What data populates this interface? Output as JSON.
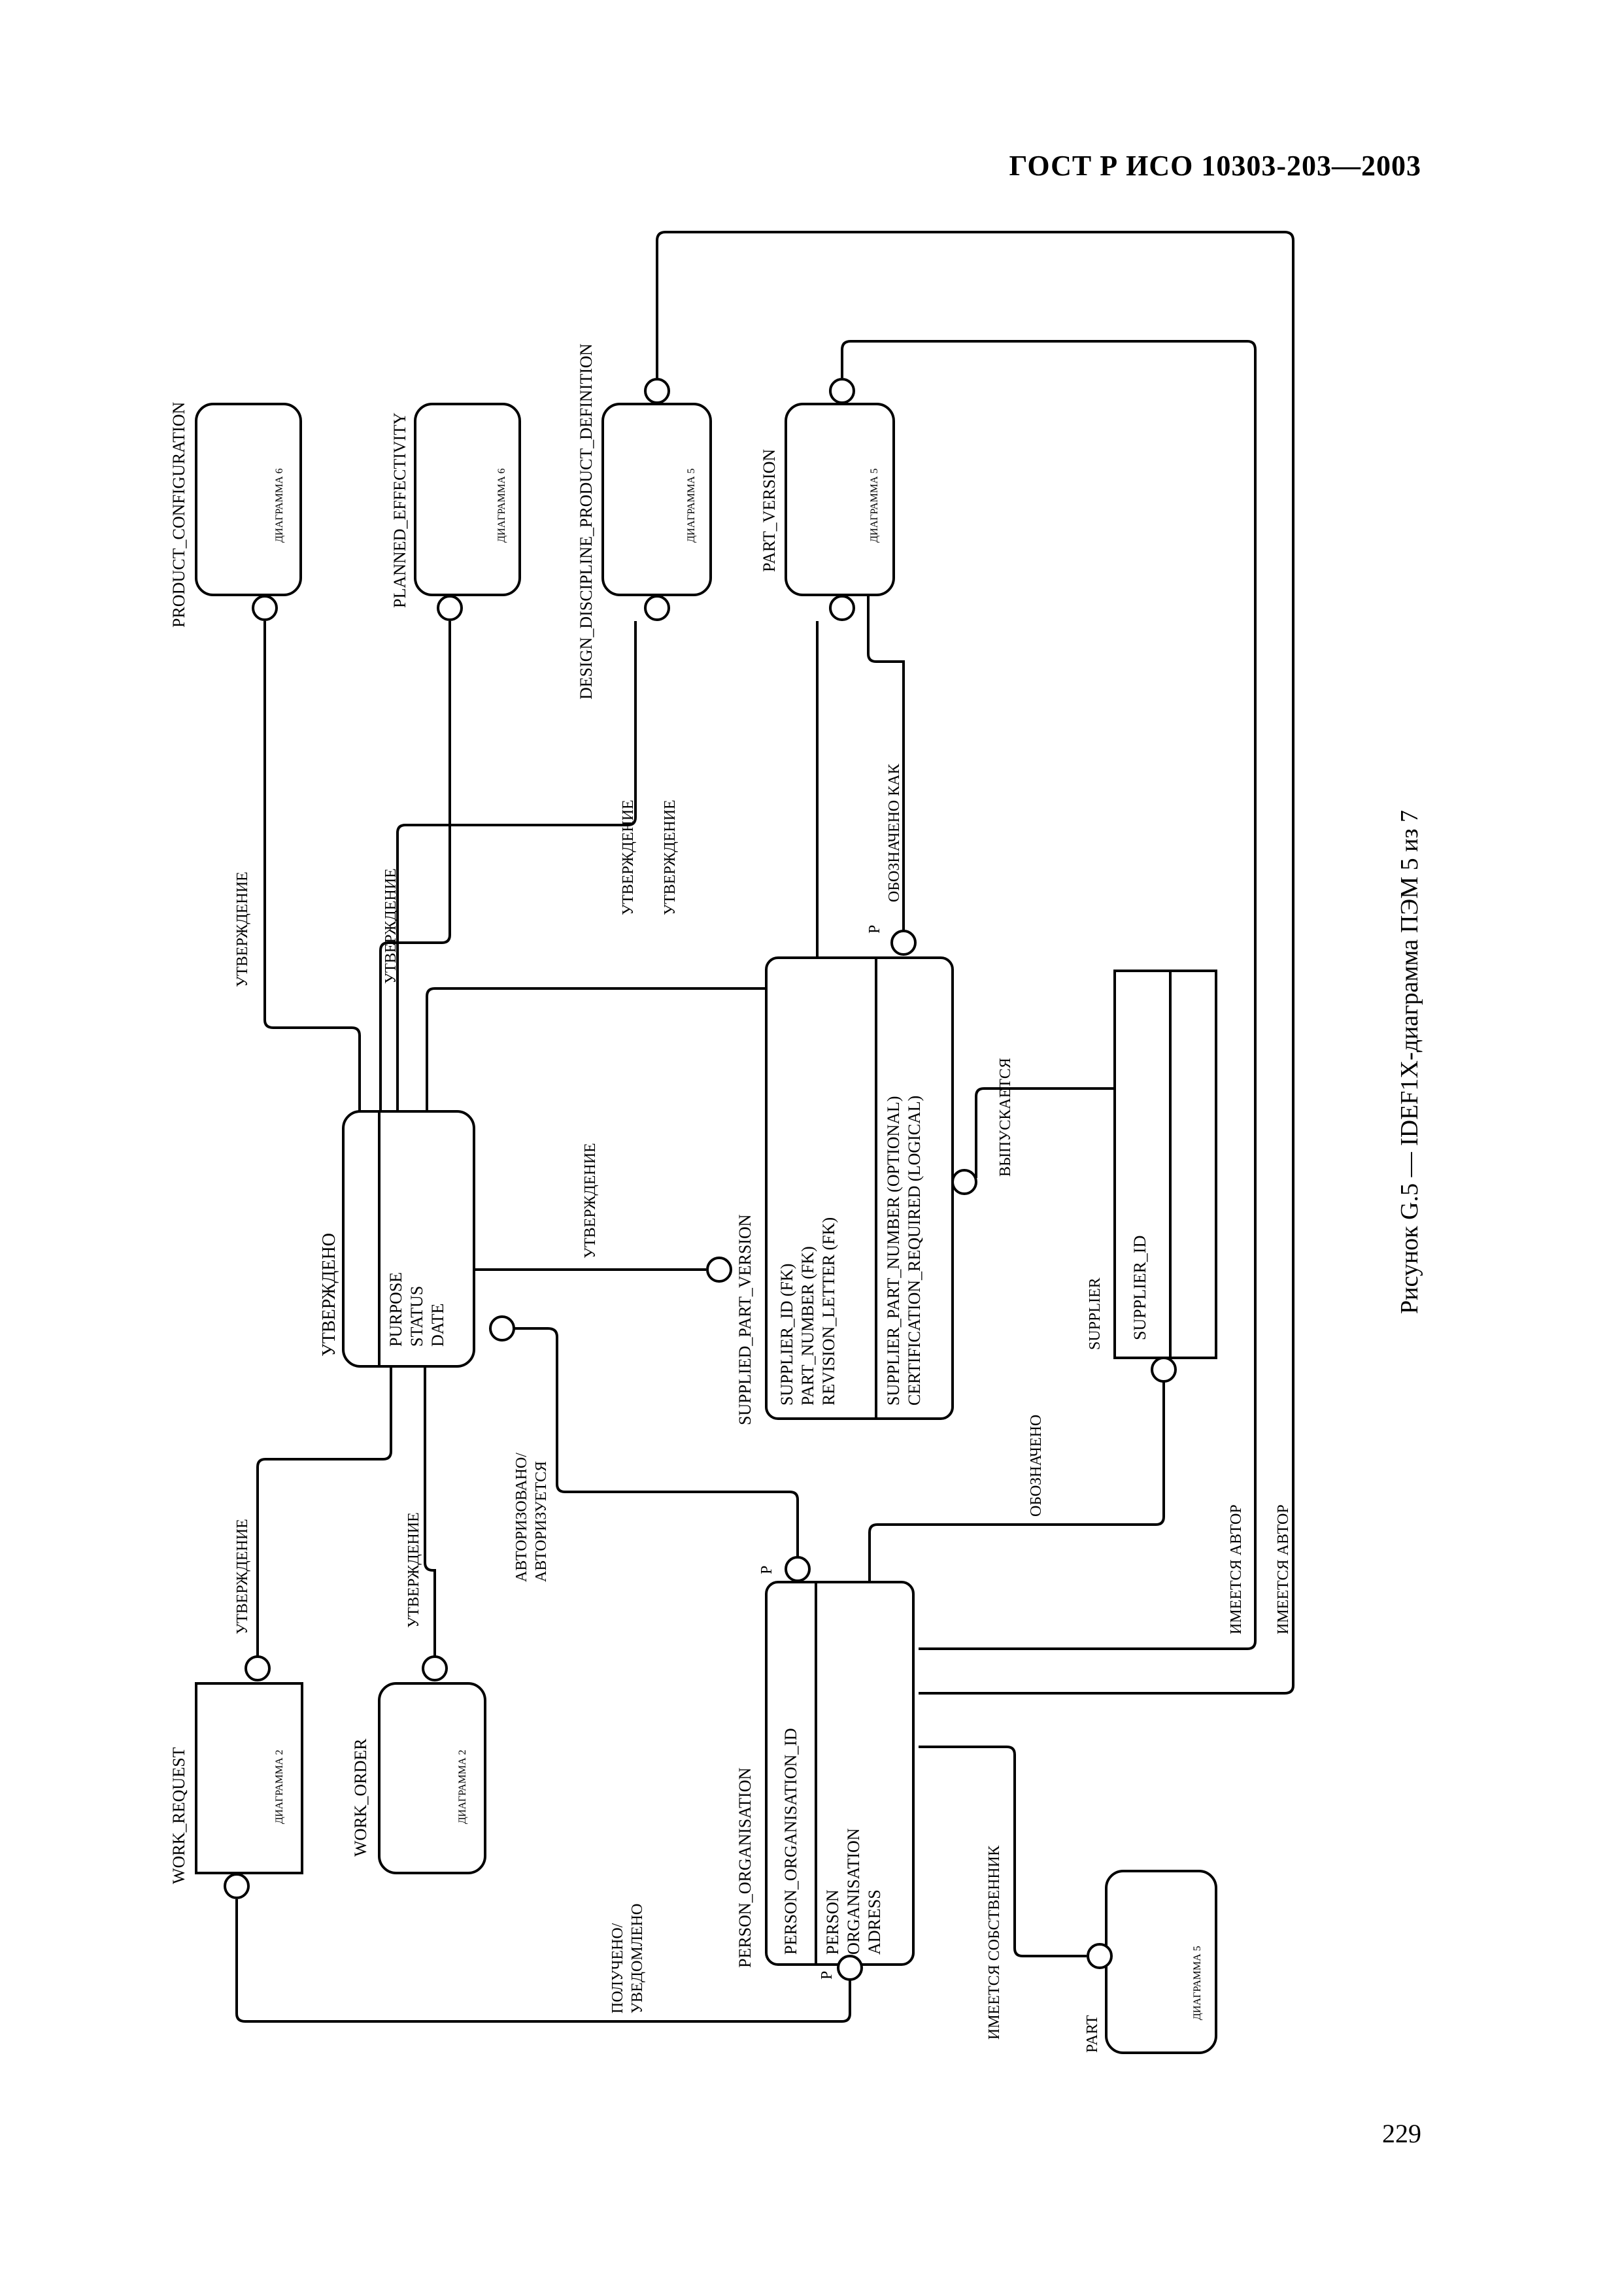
{
  "header": {
    "doc_title": "ГОСТ Р ИСО 10303-203—2003"
  },
  "footer": {
    "page_number": "229"
  },
  "caption": "Рисунок G.5 — IDEF1X-диаграмма ПЭМ 5 из 7",
  "entities": {
    "product_configuration": {
      "name": "PRODUCT_CONFIGURATION",
      "ref": "ДИАГРАММА 6"
    },
    "planned_effectivity": {
      "name": "PLANNED_EFFECTIVITY",
      "ref": "ДИАГРАММА 6"
    },
    "design_discipline": {
      "name": "DESIGN_DISCIPLINE_PRODUCT_DEFINITION",
      "ref": "ДИАГРАММА 5"
    },
    "part_version": {
      "name": "PART_VERSION",
      "ref": "ДИАГРАММА 5"
    },
    "approved": {
      "name": "УТВЕРЖДЕНО",
      "attrs": [
        "PURPOSE",
        "STATUS",
        "DATE"
      ]
    },
    "supplied_part_version": {
      "name": "SUPPLIED_PART_VERSION",
      "keys": [
        "SUPPLIER_ID (FK)",
        "PART_NUMBER (FK)",
        "REVISION_LETTER (FK)"
      ],
      "attrs": [
        "SUPPLIER_PART_NUMBER (OPTIONAL)",
        "CERTIFICATION_REQUIRED (LOGICAL)"
      ]
    },
    "supplier": {
      "name": "SUPPLIER",
      "keys": [
        "SUPPLIER_ID"
      ]
    },
    "work_request": {
      "name": "WORK_REQUEST",
      "ref": "ДИАГРАММА 2"
    },
    "work_order": {
      "name": "WORK_ORDER",
      "ref": "ДИАГРАММА 2"
    },
    "person_organisation": {
      "name": "PERSON_ORGANISATION",
      "keys": [
        "PERSON_ORGANISATION_ID"
      ],
      "attrs": [
        "PERSON",
        "ORGANISATION",
        "ADRESS"
      ]
    },
    "part": {
      "name": "PART",
      "ref": "ДИАГРАММА 5"
    }
  },
  "relations": {
    "approval": "УТВЕРЖДЕНИЕ",
    "designated_as": "ОБОЗНАЧЕНО КАК",
    "issued": "ВЫПУСКАЕТСЯ",
    "designated": "ОБОЗНАЧЕНО",
    "has_author": "ИМЕЕТСЯ АВТОР",
    "authorized_1": "АВТОРИЗОВАНО/",
    "authorized_2": "АВТОРИЗУЕТСЯ",
    "received_1": "ПОЛУЧЕНО/",
    "received_2": "УВЕДОМЛЕНО",
    "has_owner": "ИМЕЕТСЯ СОБСТВЕННИК",
    "p_marker": "P"
  }
}
